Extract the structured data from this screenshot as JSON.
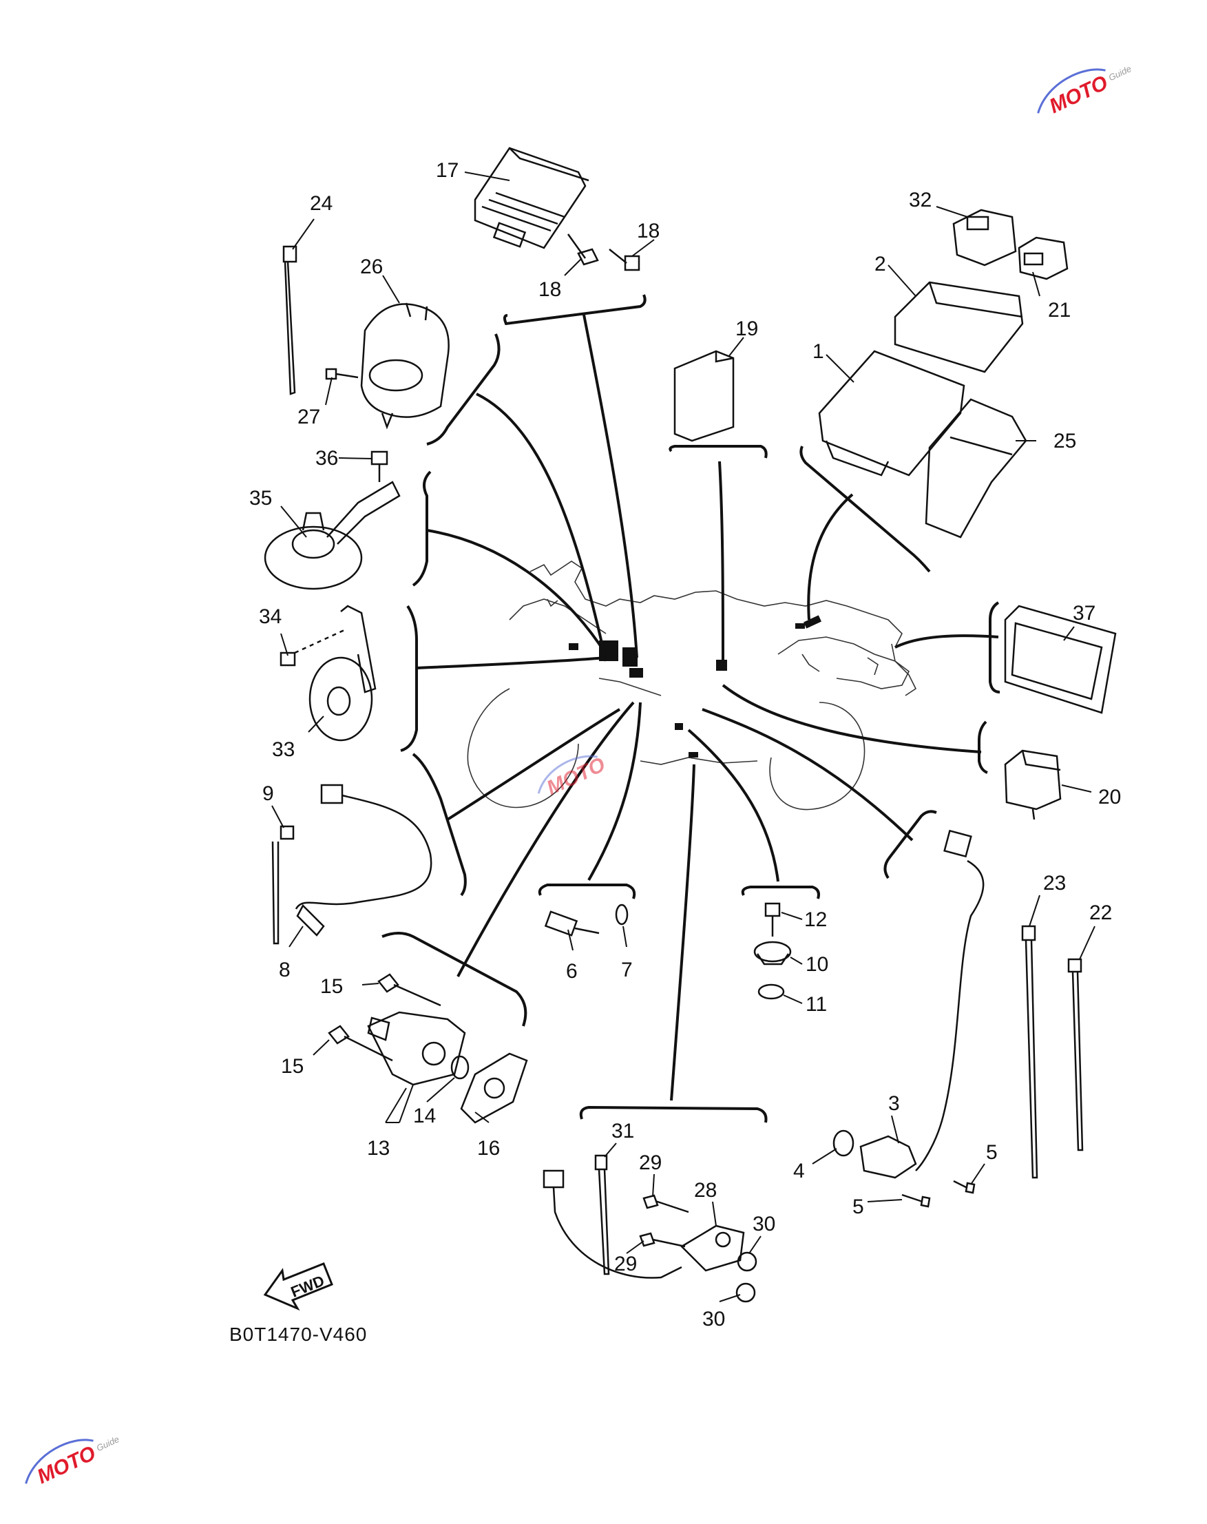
{
  "diagram": {
    "code": "B0T1470-V460",
    "fwd_label": "FWD",
    "callouts": {
      "p1": "1",
      "p2": "2",
      "p3": "3",
      "p4": "4",
      "p5a": "5",
      "p5b": "5",
      "p6": "6",
      "p7": "7",
      "p8": "8",
      "p9": "9",
      "p10": "10",
      "p11": "11",
      "p12": "12",
      "p13": "13",
      "p14": "14",
      "p15a": "15",
      "p15b": "15",
      "p16": "16",
      "p17": "17",
      "p18a": "18",
      "p18b": "18",
      "p19": "19",
      "p20": "20",
      "p21": "21",
      "p22": "22",
      "p23": "23",
      "p24": "24",
      "p25": "25",
      "p26": "26",
      "p27": "27",
      "p28": "28",
      "p29a": "29",
      "p29b": "29",
      "p30a": "30",
      "p30b": "30",
      "p31": "31",
      "p32": "32",
      "p33": "33",
      "p34": "34",
      "p35": "35",
      "p36": "36",
      "p37": "37"
    }
  },
  "watermark": {
    "text": "MOTO",
    "subtext": "Guide",
    "color_red": "#e01b2b",
    "color_blue": "#5a6fd6",
    "color_gray": "#9a9a9a"
  }
}
